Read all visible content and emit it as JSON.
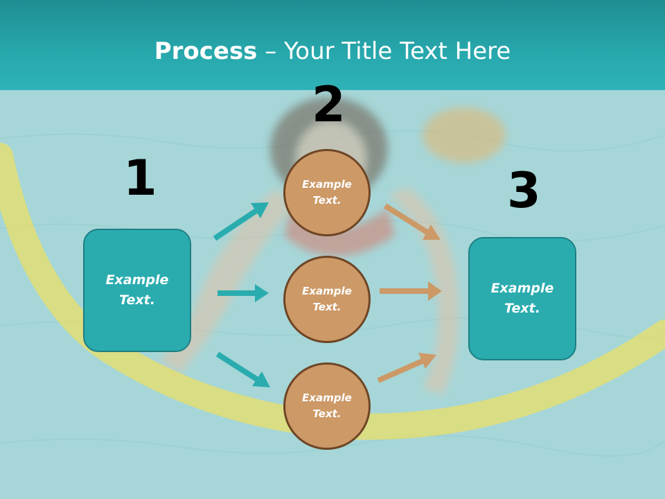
{
  "title": {
    "bold": "Process",
    "rest": " – Your Title Text Here"
  },
  "steps": [
    {
      "number": "1",
      "text": "Example Text."
    },
    {
      "number": "2",
      "texts": [
        "Example Text.",
        "Example Text.",
        "Example Text."
      ]
    },
    {
      "number": "3",
      "text": "Example Text."
    }
  ],
  "colors": {
    "header": "#27a8ad",
    "box": "#2aacaf",
    "circle": "#cc9967",
    "teal_arrow": "#2aacaf",
    "tan_arrow": "#cc9967"
  }
}
